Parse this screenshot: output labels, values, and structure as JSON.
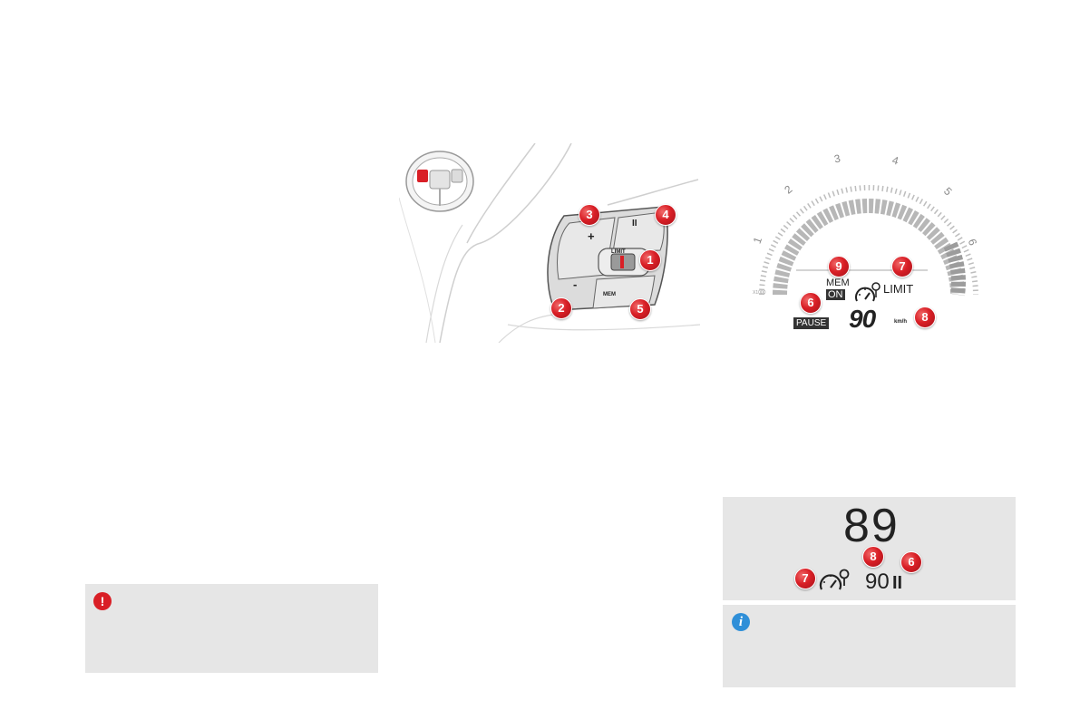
{
  "wheel_figure": {
    "callouts": [
      "1",
      "2",
      "3",
      "4",
      "5"
    ],
    "switch_labels": {
      "limit": "LIMIT",
      "plus": "+",
      "minus": "-",
      "pause": "II",
      "mem": "MEM"
    }
  },
  "cluster_figure": {
    "dial_ticks": [
      "1",
      "2",
      "3",
      "4",
      "5",
      "6"
    ],
    "dial_unit": "X1000",
    "mem_label": "MEM",
    "on_label": "ON",
    "limit_label": "LIMIT",
    "pause_label": "PAUSE",
    "speed_value": "90",
    "speed_unit": "km/h",
    "callouts": {
      "mem": "9",
      "limit": "7",
      "pause": "6",
      "speed": "8"
    }
  },
  "alt_display": {
    "current_speed": "89",
    "set_speed": "90",
    "pause_symbol": "II",
    "callouts": {
      "limit": "7",
      "speed": "8",
      "pause": "6"
    }
  },
  "warning_box": {
    "icon": "exclamation-icon",
    "icon_glyph": "!",
    "color": "#d91f26"
  },
  "info_box": {
    "icon": "info-icon",
    "icon_glyph": "i",
    "color": "#2f8fd8"
  }
}
